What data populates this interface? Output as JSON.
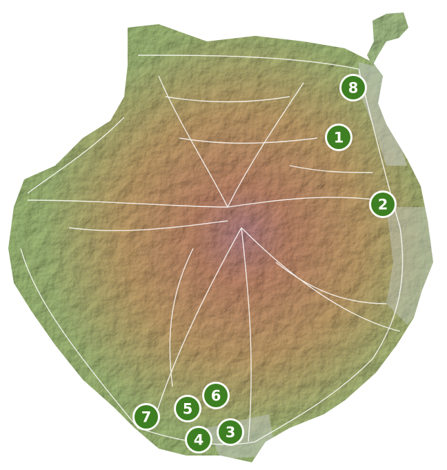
{
  "map": {
    "colors": {
      "background": "#ffffff",
      "lowland": "#9fc07a",
      "midland": "#c9a670",
      "highland": "#c88e6f",
      "summit": "#b98589",
      "coast_urban": "#c4c8c4",
      "roads": "#ffffff",
      "marker_fill": "#3f7f23",
      "marker_ring": "#ffffff",
      "marker_text": "#ffffff"
    },
    "markers": [
      {
        "label": "1"
      },
      {
        "label": "2"
      },
      {
        "label": "3"
      },
      {
        "label": "4"
      },
      {
        "label": "5"
      },
      {
        "label": "6"
      },
      {
        "label": "7"
      },
      {
        "label": "8"
      }
    ]
  }
}
